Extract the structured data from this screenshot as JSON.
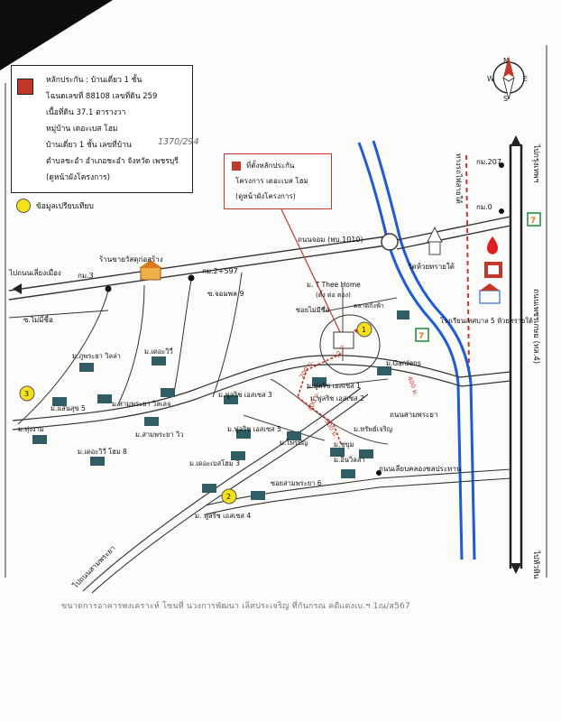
{
  "legend": {
    "title": "หลักประกัน : บ้านเดี่ยว 1 ชั้น",
    "line1": "โฉนดเลขที่ 88108 เลขที่ดิน 259",
    "line2": "เนื้อที่ดิน 37.1 ตารางวา",
    "line3": "หมู่บ้าน เดอะเบส โฮม",
    "line4": "บ้านเดี่ยว 1 ชั้น เลขที่บ้าน",
    "house_no_handwritten": "1370/294",
    "line5": "ตำบลชะอำ อำเภอชะอำ จังหวัด เพชรบุรี",
    "line6": "(ดูหน้าผังโครงการ)",
    "compare_label": "ข้อมูลเปรียบเทียบ",
    "red_swatch_color": "#c0392b",
    "compare_color": "#f5e11a"
  },
  "callout": {
    "line1": "ที่ตั้งหลักประกัน",
    "line2": "โครงการ เดอะเบส โฮม",
    "line3": "(ดูหน้าผังโครงการ)"
  },
  "compass": {
    "n": "N",
    "s": "S",
    "e": "E",
    "w": "W"
  },
  "roads": {
    "petchkasem": "ถนนเพชรเกษม (ทล.4)",
    "chorm_hwy": "ถนนจอม (พบ.1010)",
    "sam_phraya_rd": "ถนนสามพระยา",
    "klong_rd": "ถนนเลียบคลองชลประทาน",
    "rail": "ทางรถไฟสายใต้",
    "to_yai_mueang": "ไปถนนเลี่ยงเมือง",
    "to_sam_phraya": "ไปถนนสามพระยา",
    "to_bangkok": "ไปกรุงเทพฯ",
    "to_hua_hin": "ไปหัวหิน",
    "soi_nameless_left": "ซ.ไม่มีชื่อ",
    "soi_chompol": "ซ.จอมพล 9",
    "soi_nameless_center": "ซอยไม่มีชื่อ",
    "soi_sam_phraya6": "ซอยสามพระยา 6"
  },
  "km_markers": [
    "กม.3",
    "กม.2+597",
    "กม.207",
    "กม.0"
  ],
  "landmarks": {
    "shop": "ร้านขายวัสดุก่อสร้าง",
    "temple": "วัดห้วยทรายใต้",
    "school": "โรงเรียนเทศบาล 5 ห้วยทรายใต้",
    "market": "ตลาดกิ่งฟ้า",
    "seven_eleven": "7"
  },
  "villages": [
    "ม.ภูพระยา วิลล่า",
    "ม.เดอะวิวี่",
    "ม.แสนสุข 5",
    "ม.สามพระยา วิลเลจ",
    "ม.ทุ่งงาม",
    "ม.สามพระยา วิว",
    "ม.เดอะวิวี่ โฮม 8",
    "ม. T Thee Home",
    "(ตั้ง ต่อ ตอง)",
    "ม.Gardens",
    "ม.ฟูลริช เอสเซส 1",
    "ม.ฟูลริช เอสเซส 2",
    "ม.ฟูลริช เอสเซส 3",
    "ม.ฟูลริช เอสเซส 5",
    "ม.ไพรบัญ",
    "ม.ทรัพย์เจริญ",
    "ม.ชุขุม",
    "ม.อินวิลล่า",
    "ม.เดอะเบสโฮม 3",
    "ม. ฟูลริช เอสเซส 4"
  ],
  "distances": [
    "200 ม.",
    "72 ม.",
    "300 ม.",
    "400 ม.",
    "400 ม."
  ],
  "compare_points": [
    "1",
    "2",
    "3"
  ],
  "footer": "ขนาดการอาคารพงเคราะห์ โซนที่ นวงการพัฒนา เลิศประเจริญ ที่กันกรณ คดีแดงเบ.ฯ 1ณ/ส567"
}
